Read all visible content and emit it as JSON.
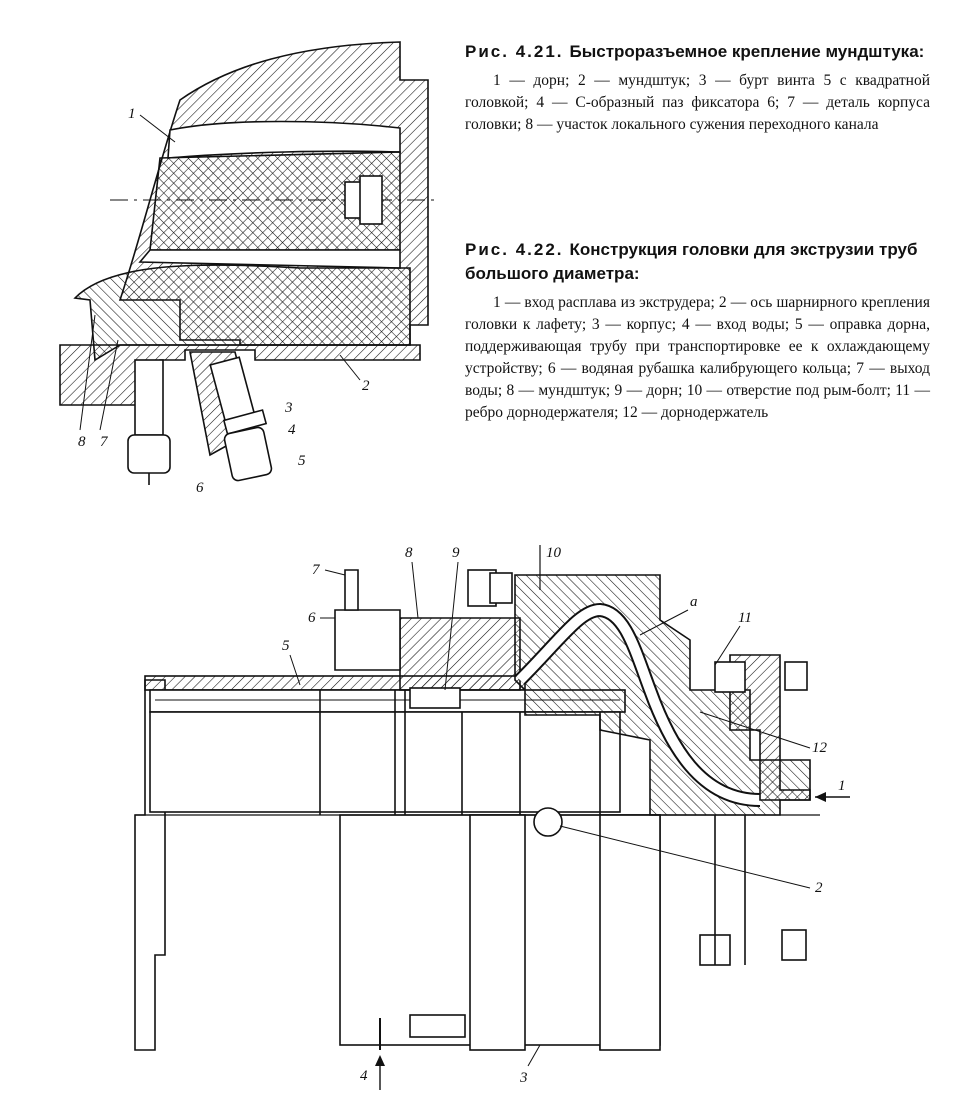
{
  "figures": [
    {
      "number": "Рис. 4.21.",
      "title": "Быстроразъемное крепление мундштука:",
      "legend": "1 — дорн; 2 — мундштук; 3 — бурт винта 5 с квадратной головкой; 4 — С-образный паз фиксатора 6; 7 — деталь корпуса головки; 8 — участок локального сужения переходного канала",
      "callouts": [
        "1",
        "2",
        "3",
        "4",
        "5",
        "6",
        "7",
        "8"
      ]
    },
    {
      "number": "Рис. 4.22.",
      "title": "Конструкция головки для экструзии труб большого диаметра:",
      "legend": "1 — вход расплава из экструдера; 2 — ось шарнирного крепления головки к лафету; 3 — корпус; 4 — вход воды; 5 — оправка дорна, поддерживающая трубу при транспортировке ее к охлаждающему устройству; 6 — водяная рубашка калибрующего кольца; 7 — выход воды; 8 — мундштук; 9 — дорн; 10 — отверстие под рым-болт; 11 — ребро дорнодержателя; 12 — дорнодержатель",
      "callouts": [
        "1",
        "2",
        "3",
        "4",
        "5",
        "6",
        "7",
        "8",
        "9",
        "10",
        "11",
        "12",
        "а"
      ]
    }
  ],
  "colors": {
    "ink": "#111111",
    "paper": "#ffffff"
  }
}
